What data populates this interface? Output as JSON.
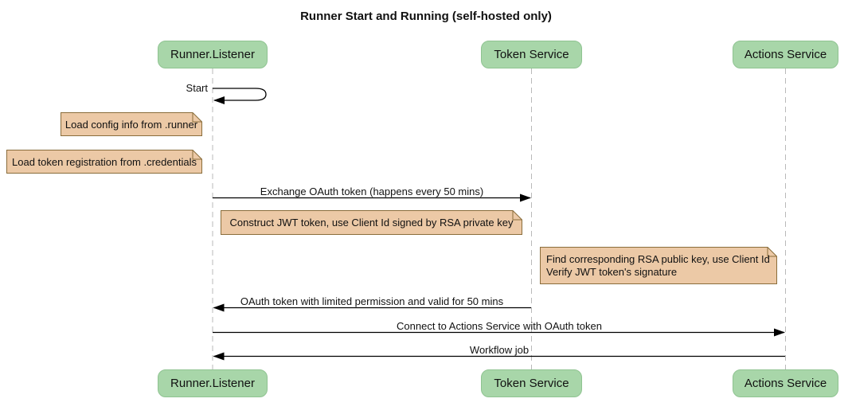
{
  "title": "Runner Start and Running (self-hosted only)",
  "actors": [
    {
      "label": "Runner.Listener"
    },
    {
      "label": "Token Service"
    },
    {
      "label": "Actions Service"
    }
  ],
  "messages": [
    {
      "label": "Start",
      "from": "Runner.Listener",
      "to": "Runner.Listener",
      "kind": "self"
    },
    {
      "label": "Exchange OAuth token (happens every 50 mins)",
      "from": "Runner.Listener",
      "to": "Token Service",
      "kind": "arrow"
    },
    {
      "label": "OAuth token with limited permission and valid for 50 mins",
      "from": "Token Service",
      "to": "Runner.Listener",
      "kind": "arrow"
    },
    {
      "label": "Connect to Actions Service with OAuth token",
      "from": "Runner.Listener",
      "to": "Actions Service",
      "kind": "arrow"
    },
    {
      "label": "Workflow job",
      "from": "Actions Service",
      "to": "Runner.Listener",
      "kind": "arrow"
    }
  ],
  "notes": [
    {
      "text": "Load config info from .runner",
      "position": "left of Runner.Listener"
    },
    {
      "text": "Load token registration from .credentials",
      "position": "left of Runner.Listener"
    },
    {
      "text": "Construct JWT token, use Client Id signed by RSA private key",
      "position": "over Runner.Listener and Token Service"
    },
    {
      "lines": [
        "Find corresponding RSA public key, use Client Id",
        "Verify JWT token's signature"
      ],
      "position": "left of Actions Service"
    }
  ],
  "colors": {
    "actor_fill": "#a8d6a9",
    "actor_border": "#8fc391",
    "note_fill": "#ecc9a6",
    "note_border": "#8a6d3b",
    "lifeline": "#b9b9b9",
    "arrow": "#000000"
  }
}
